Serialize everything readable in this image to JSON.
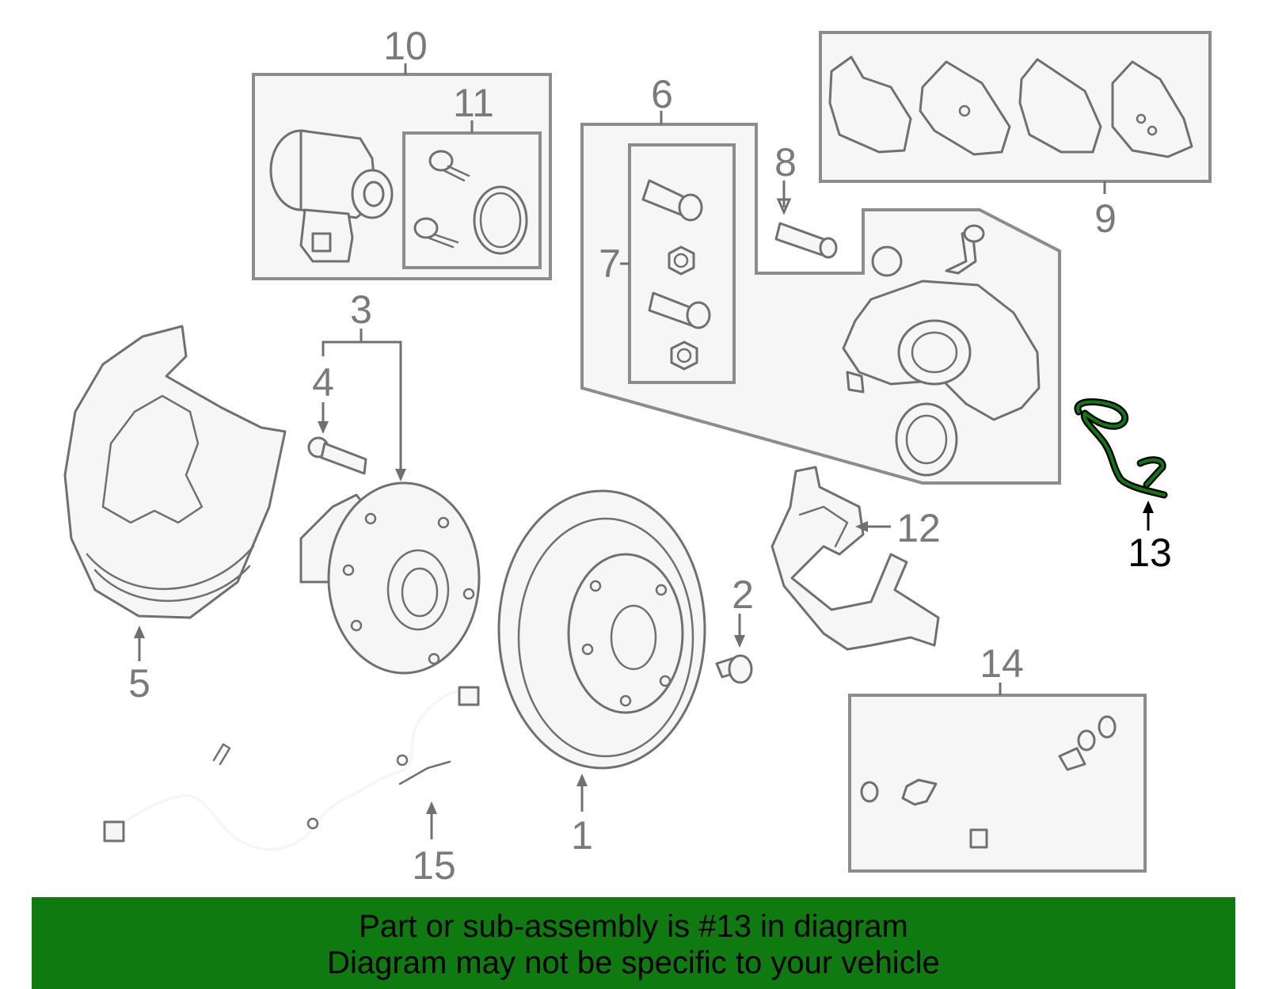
{
  "callouts": {
    "c1": "1",
    "c2": "2",
    "c3": "3",
    "c4": "4",
    "c5": "5",
    "c6": "6",
    "c7": "7",
    "c8": "8",
    "c9": "9",
    "c10": "10",
    "c11": "11",
    "c12": "12",
    "c13": "13",
    "c14": "14",
    "c15": "15"
  },
  "highlight": {
    "part": "13",
    "color": "#0f7a0f"
  },
  "banner": {
    "line1": "Part or sub-assembly is #13 in diagram",
    "line2": "Diagram may not be specific to your vehicle",
    "color": "#0f7a0f"
  }
}
